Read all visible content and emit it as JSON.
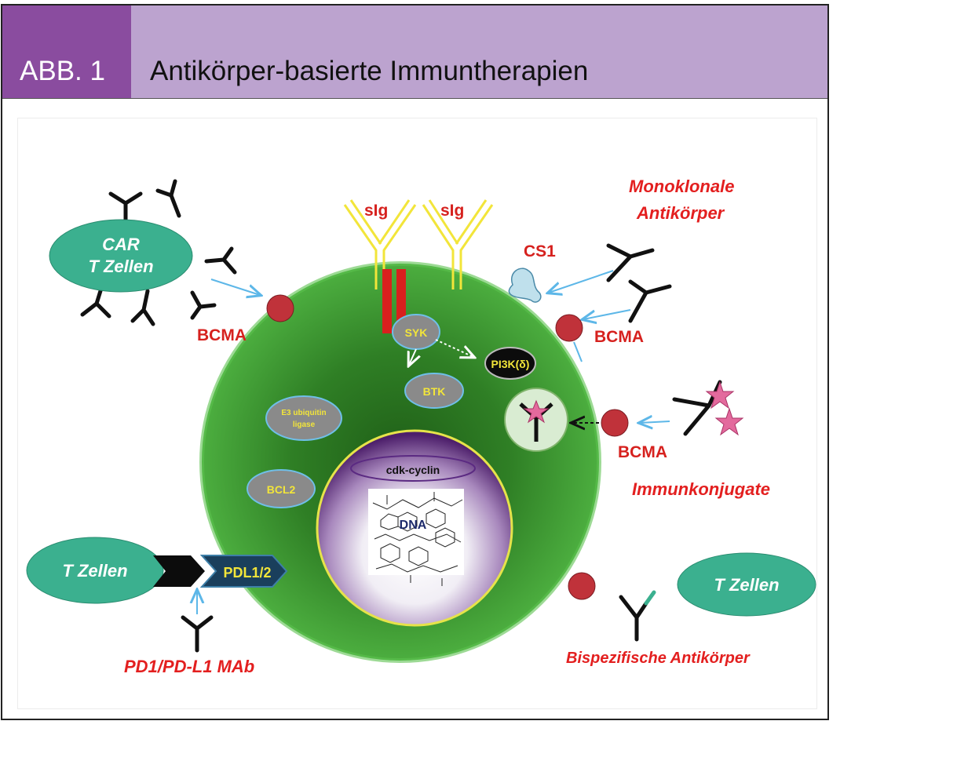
{
  "header": {
    "figure_number": "ABB. 1",
    "title": "Antikörper-basierte Immuntherapien"
  },
  "diagram": {
    "car_t_cells": "CAR\nT Zellen",
    "car_t_line1": "CAR",
    "car_t_line2": "T Zellen",
    "bcma_left": "BCMA",
    "sig_left": "sIg",
    "sig_right": "sIg",
    "cs1": "CS1",
    "monoclonal_line1": "Monoklonale",
    "monoclonal_line2": "Antikörper",
    "bcma_right_top": "BCMA",
    "bcma_right_mid": "BCMA",
    "syk": "SYK",
    "pi3k": "PI3K(δ)",
    "btk": "BTK",
    "e3_line1": "E3 ubiquitin",
    "e3_line2": "ligase",
    "bcl2": "BCL2",
    "cdk": "cdk-cyclin",
    "dna": "DNA",
    "immunoconjugates": "Immunkonjugate",
    "t_cells_left": "T Zellen",
    "pdl": "PDL1/2",
    "pd1_mab": "PD1/PD-L1 MAb",
    "t_cells_right": "T Zellen",
    "bispecific": "Bispezifische Antikörper"
  },
  "colors": {
    "header_dark": "#8a4c9f",
    "header_light": "#bca3cf",
    "cell_green": "#45a83a",
    "t_cell_teal": "#3bb08f",
    "receptor_red": "#c0323a",
    "label_red": "#e31f1f"
  }
}
